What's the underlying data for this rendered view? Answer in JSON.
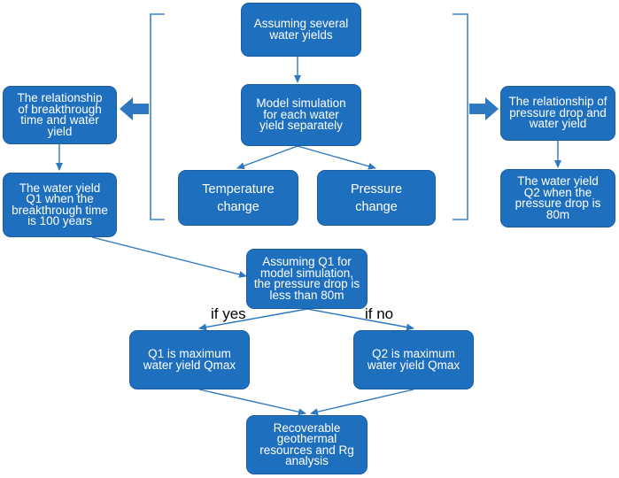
{
  "colors": {
    "box_fill": "#1f6fbf",
    "box_border": "#1a5da3",
    "arrow": "#2e78c2",
    "bracket": "#3f82c8",
    "text": "#ffffff"
  },
  "nodes": {
    "assume_yields": "Assuming several water yields",
    "model_sim": "Model simulation for each water yield separately",
    "temperature": "Temperature change",
    "pressure": "Pressure change",
    "rel_breakthrough": "The relationship of breakthrough time and water yield",
    "q1": "The water yield Q1 when the breakthrough time is 100 years",
    "rel_pressure": "The relationship of pressure drop and water yield",
    "q2": "The water yield Q2 when the pressure drop is 80m",
    "assume_q1": "Assuming Q1 for model simulation, the pressure drop is less than 80m",
    "q1_max": "Q1 is maximum water yield Qmax",
    "q2_max": "Q2 is maximum water yield Qmax",
    "recoverable": "Recoverable geothermal resources and Rg analysis"
  },
  "labels": {
    "if_yes": "if yes",
    "if_no": "if no"
  }
}
